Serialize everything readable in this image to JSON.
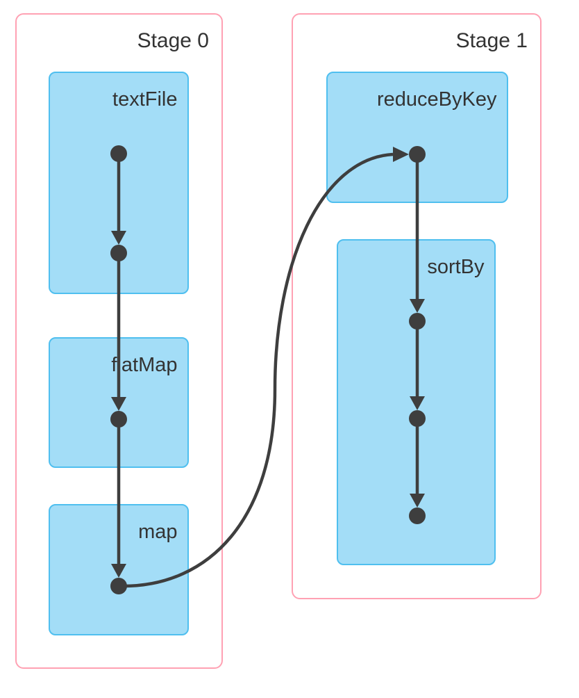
{
  "stages": [
    {
      "label": "Stage 0",
      "operations": [
        {
          "label": "textFile",
          "dot_count": 2
        },
        {
          "label": "flatMap",
          "dot_count": 1
        },
        {
          "label": "map",
          "dot_count": 1
        }
      ]
    },
    {
      "label": "Stage 1",
      "operations": [
        {
          "label": "reduceByKey",
          "dot_count": 1
        },
        {
          "label": "sortBy",
          "dot_count": 3
        }
      ]
    }
  ],
  "edges": [
    {
      "from": "textFile.rdd1",
      "to": "textFile.rdd2"
    },
    {
      "from": "textFile.rdd2",
      "to": "flatMap.rdd1"
    },
    {
      "from": "flatMap.rdd1",
      "to": "map.rdd1"
    },
    {
      "from": "map.rdd1",
      "to": "reduceByKey.rdd1",
      "shape": "curved-shuffle"
    },
    {
      "from": "reduceByKey.rdd1",
      "to": "sortBy.rdd1"
    },
    {
      "from": "sortBy.rdd1",
      "to": "sortBy.rdd2"
    },
    {
      "from": "sortBy.rdd2",
      "to": "sortBy.rdd3"
    }
  ],
  "colors": {
    "background": "#ffffff",
    "stage_border": "#ffa1b3",
    "stage_fill": "#ffffff",
    "operation_fill": "#a3ddf7",
    "operation_border": "#4fbfef",
    "edge_and_dot": "#3e3e3e",
    "label_text": "#333333"
  }
}
